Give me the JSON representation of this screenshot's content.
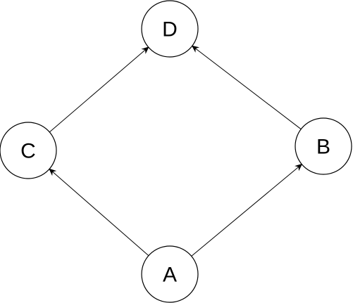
{
  "diagram": {
    "type": "directed-graph",
    "nodes": [
      {
        "id": "A",
        "label": "A"
      },
      {
        "id": "B",
        "label": "B"
      },
      {
        "id": "C",
        "label": "C"
      },
      {
        "id": "D",
        "label": "D"
      }
    ],
    "edges": [
      {
        "from": "A",
        "to": "B"
      },
      {
        "from": "A",
        "to": "C"
      },
      {
        "from": "C",
        "to": "D"
      },
      {
        "from": "B",
        "to": "D"
      }
    ],
    "colors": {
      "background": "#ffffff",
      "stroke": "#000000",
      "text": "#000000"
    }
  }
}
